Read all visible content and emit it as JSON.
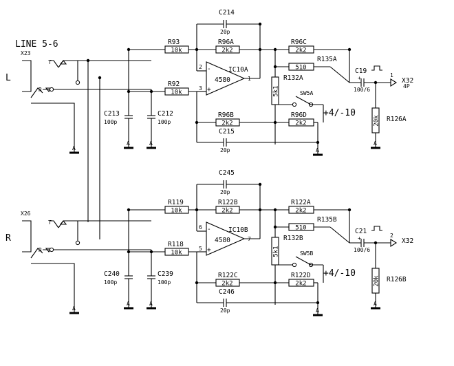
{
  "title": "LINE 5-6",
  "channels": [
    {
      "connector": "X23",
      "side": "L",
      "jack_tip": "T",
      "jack_ring": "R",
      "gnd": "A",
      "r_in_top": {
        "name": "R93",
        "value": "10k"
      },
      "r_in_bot": {
        "name": "R92",
        "value": "10k"
      },
      "c_in1": {
        "name": "C213",
        "value": "100p"
      },
      "c_in2": {
        "name": "C212",
        "value": "100p"
      },
      "c_fb": {
        "name": "C214",
        "value": "20p"
      },
      "r_fb": {
        "name": "R96A",
        "value": "2k2"
      },
      "opamp": {
        "name": "IC10A",
        "type": "4580",
        "pin_inv": "2",
        "pin_noninv": "3",
        "pin_out": "1"
      },
      "r_out": {
        "name": "R96C",
        "value": "2k2"
      },
      "r_sw1": {
        "name": "R135A",
        "value": "510"
      },
      "r_sw2": {
        "name": "R132A",
        "value": "5k1"
      },
      "sw": {
        "name": "SW5A"
      },
      "r_low": {
        "name": "R96B",
        "value": "2k2"
      },
      "r_low2": {
        "name": "R96D",
        "value": "2k2"
      },
      "c_low": {
        "name": "C215",
        "value": "20p"
      },
      "gain": "+4/-10",
      "c_out": {
        "name": "C19",
        "value": "100/6"
      },
      "r_load": {
        "name": "R126A",
        "value": "20k"
      },
      "out": {
        "connector": "X32",
        "pin": "1",
        "extra": "4P"
      }
    },
    {
      "connector": "X26",
      "side": "R",
      "jack_tip": "T",
      "jack_ring": "R",
      "gnd": "A",
      "r_in_top": {
        "name": "R119",
        "value": "10k"
      },
      "r_in_bot": {
        "name": "R118",
        "value": "10k"
      },
      "c_in1": {
        "name": "C240",
        "value": "100p"
      },
      "c_in2": {
        "name": "C239",
        "value": "100p"
      },
      "c_fb": {
        "name": "C245",
        "value": "20p"
      },
      "r_fb": {
        "name": "R122B",
        "value": "2k2"
      },
      "opamp": {
        "name": "IC10B",
        "type": "4580",
        "pin_inv": "6",
        "pin_noninv": "5",
        "pin_out": "7"
      },
      "r_out": {
        "name": "R122A",
        "value": "2k2"
      },
      "r_sw1": {
        "name": "R135B",
        "value": "510"
      },
      "r_sw2": {
        "name": "R132B",
        "value": "5k1"
      },
      "sw": {
        "name": "SW5B"
      },
      "r_low": {
        "name": "R122C",
        "value": "2k2"
      },
      "r_low2": {
        "name": "R122D",
        "value": "2k2"
      },
      "c_low": {
        "name": "C246",
        "value": "20p"
      },
      "gain": "+4/-10",
      "c_out": {
        "name": "C21",
        "value": "100/6"
      },
      "r_load": {
        "name": "R126B",
        "value": "20k"
      },
      "out": {
        "connector": "X32",
        "pin": "2",
        "extra": ""
      }
    }
  ]
}
